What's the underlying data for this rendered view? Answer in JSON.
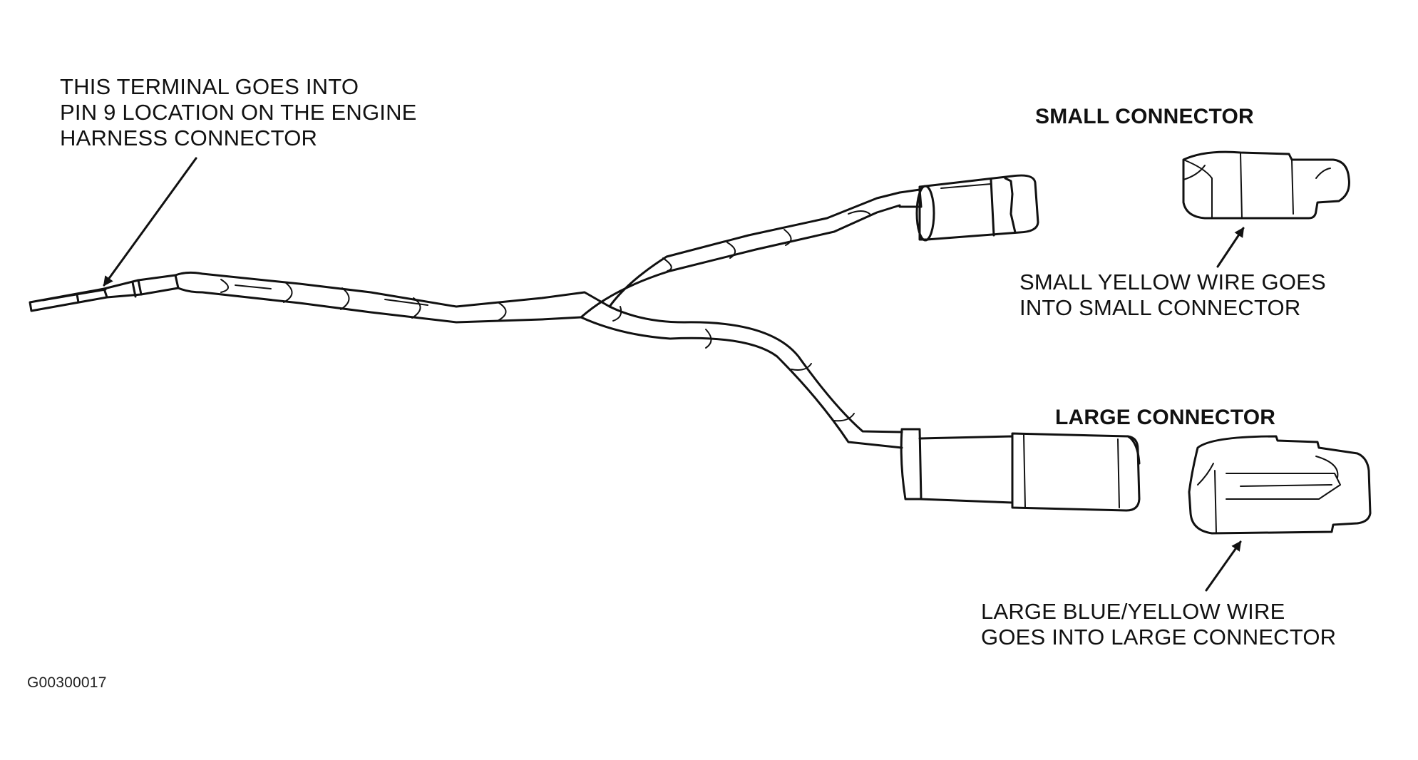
{
  "labels": {
    "terminal_note": [
      "THIS TERMINAL GOES INTO",
      "PIN 9 LOCATION ON THE ENGINE",
      "HARNESS CONNECTOR"
    ],
    "small_connector_title": "SMALL CONNECTOR",
    "small_wire_note": [
      "SMALL YELLOW WIRE GOES",
      "INTO SMALL CONNECTOR"
    ],
    "large_connector_title": "LARGE CONNECTOR",
    "large_wire_note": [
      "LARGE BLUE/YELLOW WIRE",
      "GOES INTO LARGE CONNECTOR"
    ],
    "figure_code": "G00300017"
  },
  "colors": {
    "ink": "#111111",
    "background": "#ffffff"
  }
}
